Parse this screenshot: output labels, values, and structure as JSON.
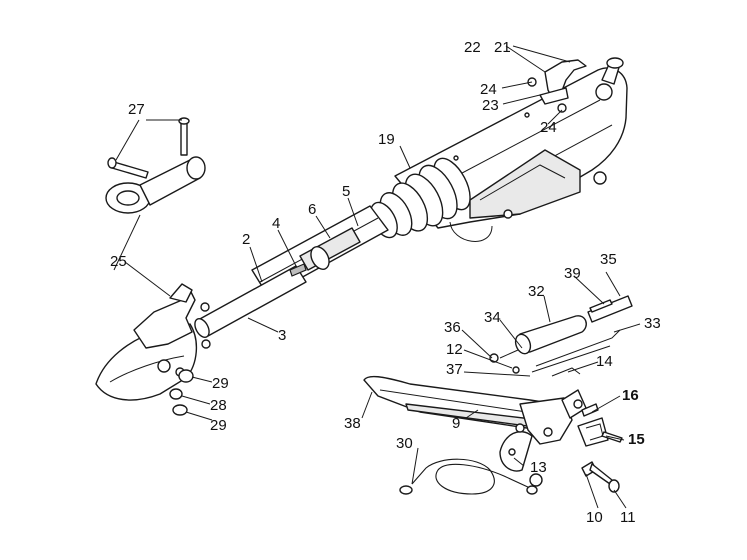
{
  "labels": [
    {
      "id": "l2",
      "text": "2",
      "bold": false
    },
    {
      "id": "l3",
      "text": "3",
      "bold": false
    },
    {
      "id": "l4",
      "text": "4",
      "bold": false
    },
    {
      "id": "l5",
      "text": "5",
      "bold": false
    },
    {
      "id": "l6",
      "text": "6",
      "bold": false
    },
    {
      "id": "l9",
      "text": "9",
      "bold": false
    },
    {
      "id": "l10",
      "text": "10",
      "bold": false
    },
    {
      "id": "l11",
      "text": "11",
      "bold": false
    },
    {
      "id": "l12",
      "text": "12",
      "bold": false
    },
    {
      "id": "l13",
      "text": "13",
      "bold": false
    },
    {
      "id": "l14",
      "text": "14",
      "bold": false
    },
    {
      "id": "l15",
      "text": "15",
      "bold": true
    },
    {
      "id": "l16",
      "text": "16",
      "bold": true
    },
    {
      "id": "l19",
      "text": "19",
      "bold": false
    },
    {
      "id": "l21",
      "text": "21",
      "bold": false
    },
    {
      "id": "l22",
      "text": "22",
      "bold": false
    },
    {
      "id": "l23",
      "text": "23",
      "bold": false
    },
    {
      "id": "l24a",
      "text": "24",
      "bold": false
    },
    {
      "id": "l24b",
      "text": "24",
      "bold": false
    },
    {
      "id": "l25",
      "text": "25",
      "bold": false
    },
    {
      "id": "l27",
      "text": "27",
      "bold": false
    },
    {
      "id": "l28",
      "text": "28",
      "bold": false
    },
    {
      "id": "l29a",
      "text": "29",
      "bold": false
    },
    {
      "id": "l29b",
      "text": "29",
      "bold": false
    },
    {
      "id": "l30",
      "text": "30",
      "bold": false
    },
    {
      "id": "l32",
      "text": "32",
      "bold": false
    },
    {
      "id": "l33",
      "text": "33",
      "bold": false
    },
    {
      "id": "l34",
      "text": "34",
      "bold": false
    },
    {
      "id": "l35",
      "text": "35",
      "bold": false
    },
    {
      "id": "l36",
      "text": "36",
      "bold": false
    },
    {
      "id": "l37",
      "text": "37",
      "bold": false
    },
    {
      "id": "l38",
      "text": "38",
      "bold": false
    },
    {
      "id": "l39",
      "text": "39",
      "bold": false
    }
  ]
}
